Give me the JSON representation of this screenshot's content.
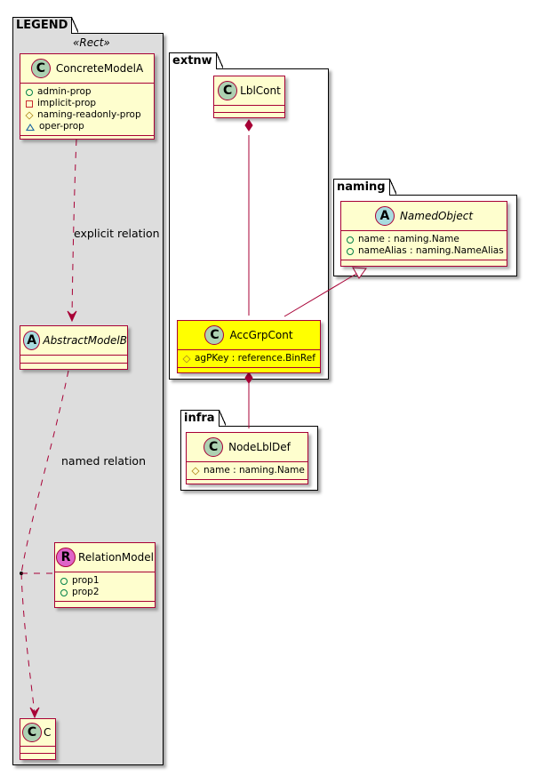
{
  "packages": {
    "legend": {
      "title": "LEGEND",
      "stereotype": "«Rect»"
    },
    "extnw": {
      "title": "extnw"
    },
    "naming": {
      "title": "naming"
    },
    "infra": {
      "title": "infra"
    }
  },
  "classes": {
    "concrete_model_a": {
      "badge": "C",
      "name": "ConcreteModelA",
      "attributes": [
        {
          "visibility": "public",
          "text": "admin-prop"
        },
        {
          "visibility": "private",
          "text": "implicit-prop"
        },
        {
          "visibility": "protected",
          "text": "naming-readonly-prop"
        },
        {
          "visibility": "package",
          "text": "oper-prop"
        }
      ]
    },
    "abstract_model_b": {
      "badge": "A",
      "name": "AbstractModelB"
    },
    "relation_model": {
      "badge": "R",
      "name": "RelationModel",
      "attributes": [
        {
          "visibility": "public",
          "text": "prop1"
        },
        {
          "visibility": "public",
          "text": "prop2"
        }
      ]
    },
    "c": {
      "badge": "C",
      "name": "C"
    },
    "lbl_cont": {
      "badge": "C",
      "name": "LblCont"
    },
    "acc_grp_cont": {
      "badge": "C",
      "name": "AccGrpCont",
      "attributes": [
        {
          "visibility": "protected",
          "text": "agPKey : reference.BinRef"
        }
      ]
    },
    "named_object": {
      "badge": "A",
      "name": "NamedObject",
      "attributes": [
        {
          "visibility": "public",
          "text": "name : naming.Name"
        },
        {
          "visibility": "public",
          "text": "nameAlias : naming.NameAlias"
        }
      ]
    },
    "node_lbl_def": {
      "badge": "C",
      "name": "NodeLblDef",
      "attributes": [
        {
          "visibility": "protected",
          "text": "name : naming.Name"
        }
      ]
    }
  },
  "relations": {
    "explicit": {
      "label": "explicit relation"
    },
    "named": {
      "label": "named relation"
    }
  },
  "colors": {
    "class_fill": "#FEFECE",
    "class_border": "#A80036",
    "highlight_fill": "#FFFF00",
    "legend_fill": "#DDDDDD",
    "badge_class": "#ADD1B2",
    "badge_abstract": "#A9DCDF",
    "badge_relation": "#DE64C8"
  }
}
